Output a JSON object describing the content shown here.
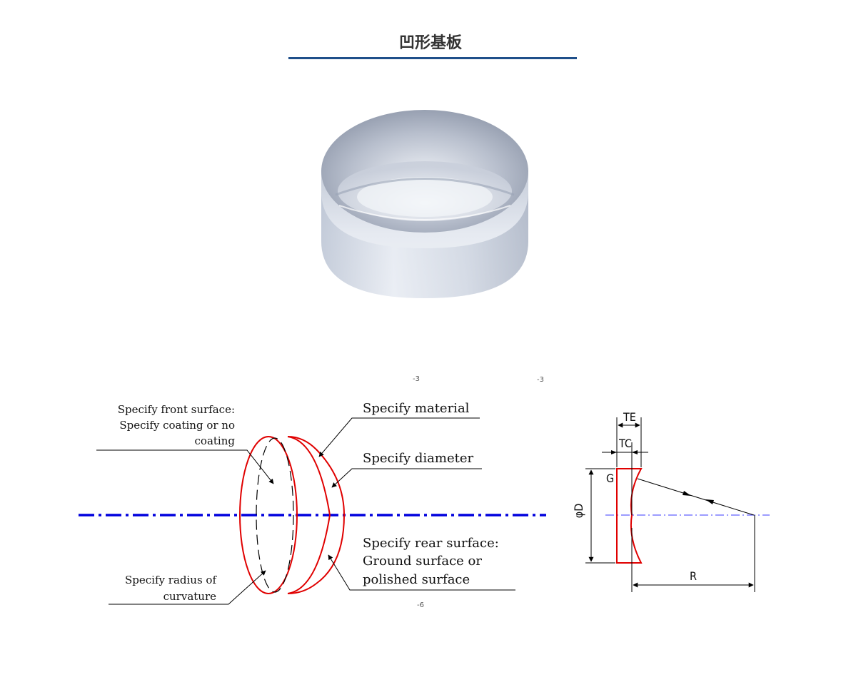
{
  "page": {
    "title": "凹形基板"
  },
  "labels": {
    "front_surface_line1": "Specify front surface:",
    "front_surface_line2": "Specify coating or no",
    "front_surface_line3": "coating",
    "material": "Specify material",
    "diameter": "Specify diameter",
    "rear_surface_line1": "Specify rear surface:",
    "rear_surface_line2": "Ground surface or",
    "rear_surface_line3": "polished surface",
    "radius_line1": "Specify radius of",
    "radius_line2": "curvature"
  },
  "dimensions": {
    "te": "TE",
    "tc": "TC",
    "g": "G",
    "diameter_symbol": "φD",
    "radius": "R"
  },
  "notes": {
    "note_a": "-3",
    "note_b": "-3",
    "note_c": "-6"
  },
  "colors": {
    "title_rule": "#1f4f8a",
    "optical_axis": "#0000dd",
    "lens_outline": "#e00000"
  }
}
